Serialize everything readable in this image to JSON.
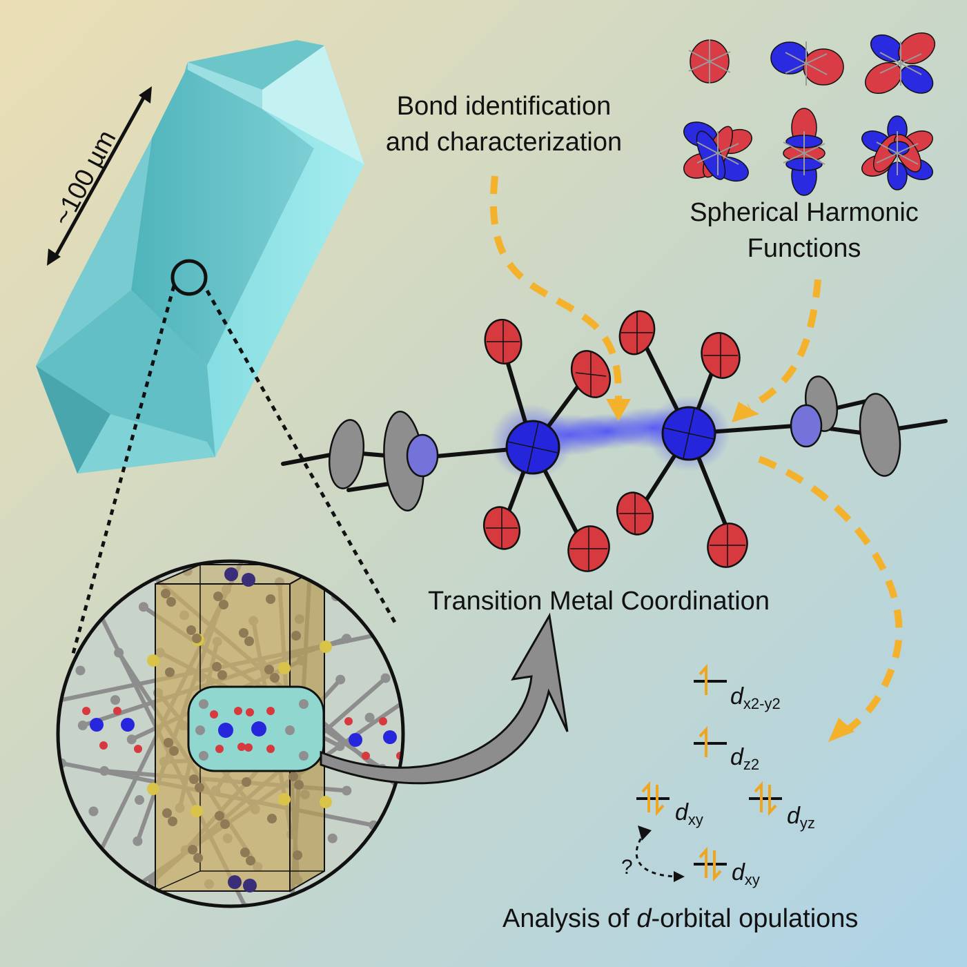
{
  "labels": {
    "scale": "~100 µm",
    "bond_line1": "Bond identification",
    "bond_line2": "and characterization",
    "harmonic_line1": "Spherical Harmonic",
    "harmonic_line2": "Functions",
    "coordination": "Transition Metal Coordination",
    "analysis_prefix": "Analysis of ",
    "analysis_italic": "d",
    "analysis_suffix": "-orbital opulations",
    "question": "?"
  },
  "orbitals": [
    {
      "letter": "d",
      "sub": "x2-y2",
      "electrons": 1
    },
    {
      "letter": "d",
      "sub": "z2",
      "electrons": 1
    },
    {
      "letter": "d",
      "sub": "xy",
      "electrons": 2
    },
    {
      "letter": "d",
      "sub": "yz",
      "electrons": 2
    },
    {
      "letter": "d",
      "sub": "xy",
      "electrons": 2
    }
  ],
  "colors": {
    "background_start": "#e9ddb6",
    "background_end": "#b1d6e6",
    "crystal": "#86d8dd",
    "arrow": "#f4b22c",
    "metal_atom": "#2626dd",
    "oxygen_atom": "#d63a3f",
    "carbon_atom": "#8f8f8f",
    "nitrogen_atom": "#7f7fd8",
    "unit_cell": "#c9ad67",
    "lobe_blue": "#2a2ae0",
    "lobe_red": "#d93c44"
  }
}
